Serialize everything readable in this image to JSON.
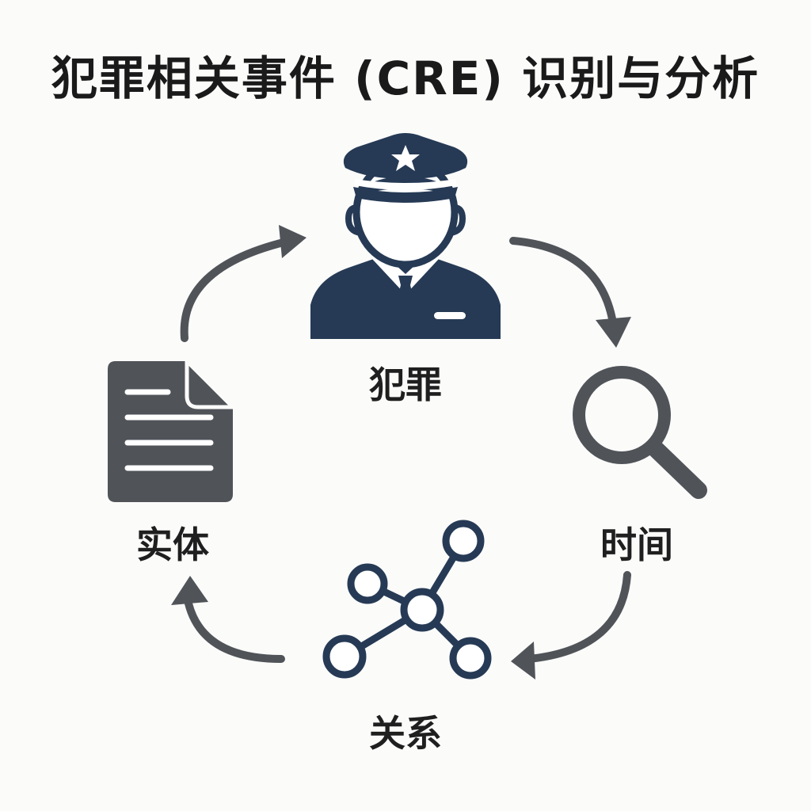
{
  "title": "犯罪相关事件 (CRE) 识别与分析",
  "nodes": {
    "crime": {
      "label": "犯罪",
      "icon": "police-officer-icon"
    },
    "time": {
      "label": "时间",
      "icon": "magnifier-icon"
    },
    "relation": {
      "label": "关系",
      "icon": "network-graph-icon"
    },
    "entity": {
      "label": "实体",
      "icon": "document-icon"
    }
  },
  "colors": {
    "navy": "#263a55",
    "gray": "#505459",
    "background": "#fbfbfa",
    "text": "#1a1a1a"
  }
}
